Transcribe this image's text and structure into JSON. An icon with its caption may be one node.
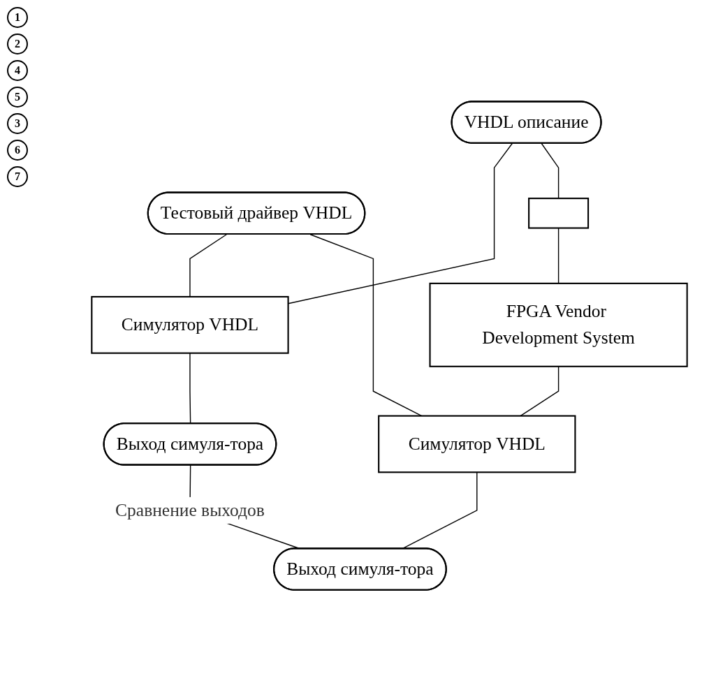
{
  "diagram": {
    "nodes": [
      {
        "text": [
          "VHDL описание"
        ]
      },
      {
        "text": [
          "Тестовый драйвер VHDL"
        ]
      },
      {
        "text": [],
        "shape": "box"
      },
      {
        "text": [
          "FPGA Vendor Development System"
        ]
      },
      {
        "text": [
          "Симулятор VHDL"
        ]
      },
      {
        "text": [
          "Симулятор VHDL"
        ]
      },
      {
        "text": [
          "Выход симуля-тора"
        ]
      },
      {
        "text": [
          "Выход симуля-тора"
        ]
      }
    ],
    "edges": [
      {
        "from": 0,
        "to": 4,
        "arrow": "none"
      },
      {
        "from": 0,
        "to": 2,
        "arrow": "none"
      },
      {
        "from": 1,
        "to": 4,
        "arrow": "none"
      },
      {
        "from": 1,
        "to": 5,
        "arrow": "none"
      },
      {
        "from": 2,
        "to": 3,
        "arrow": "none"
      },
      {
        "from": 3,
        "to": 5,
        "arrow": "none"
      },
      {
        "from": 4,
        "to": 6,
        "arrow": "none"
      },
      {
        "from": 5,
        "to": 7,
        "arrow": "none"
      },
      {
        "from": 6,
        "to": 7,
        "arrow": "none",
        "label": "Сравнение выходов"
      }
    ],
    "labels": [
      "1",
      "2",
      "4",
      "5",
      "3",
      "6",
      "7"
    ]
  }
}
